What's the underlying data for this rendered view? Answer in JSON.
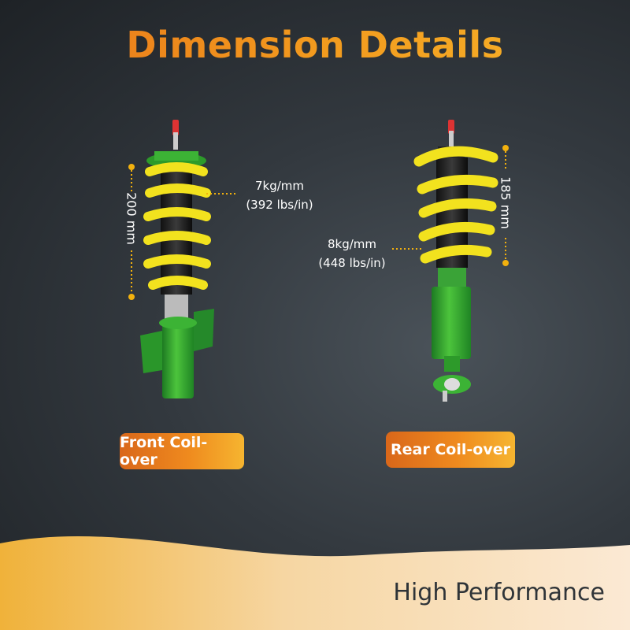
{
  "title": "Dimension Details",
  "front": {
    "height_label": "200 mm",
    "rate_line1": "7kg/mm",
    "rate_line2": "(392 lbs/in)",
    "button_label": "Front Coil-over"
  },
  "rear": {
    "height_label": "185 mm",
    "rate_line1": "8kg/mm",
    "rate_line2": "(448 lbs/in)",
    "button_label": "Rear Coil-over"
  },
  "footer": "High Performance",
  "colors": {
    "accent_orange": "#ef8a1e",
    "spring_yellow": "#f2e21e",
    "body_green": "#2fa62b",
    "dim_marker": "#f2b10e"
  }
}
